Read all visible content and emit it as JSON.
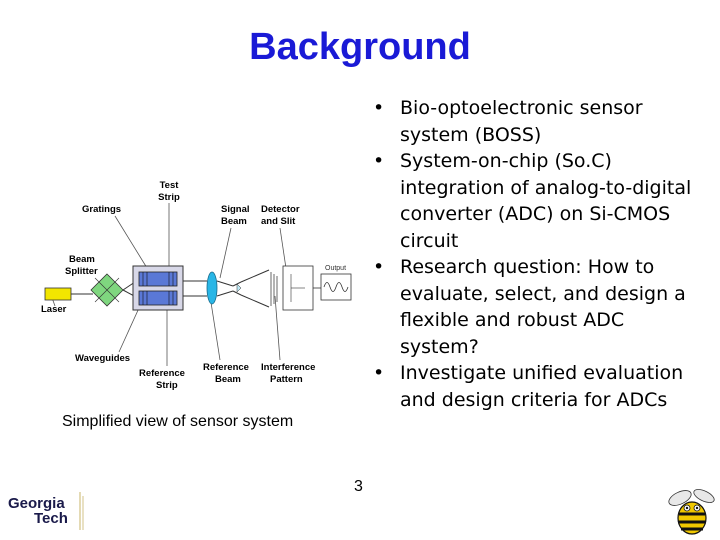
{
  "slide": {
    "title": "Background",
    "bullets": [
      "Bio-optoelectronic sensor system (BOSS)",
      "System-on-chip (So.C) integration of analog-to-digital converter (ADC) on Si-CMOS circuit",
      "Research question: How to evaluate, select, and design a flexible and robust ADC system?",
      "Investigate unified evaluation and design criteria for ADCs"
    ],
    "bullet_glyph": "•",
    "caption": "Simplified view of sensor system",
    "page_number": "3"
  },
  "diagram": {
    "labels": {
      "test_strip_1": "Test",
      "test_strip_2": "Strip",
      "gratings": "Gratings",
      "signal_beam_1": "Signal",
      "signal_beam_2": "Beam",
      "detector_1": "Detector",
      "detector_2": "and Slit",
      "beam_splitter_1": "Beam",
      "beam_splitter_2": "Splitter",
      "output": "Output",
      "laser": "Laser",
      "waveguides": "Waveguides",
      "reference_strip_1": "Reference",
      "reference_strip_2": "Strip",
      "reference_beam_1": "Reference",
      "reference_beam_2": "Beam",
      "interference_1": "Interference",
      "interference_2": "Pattern"
    }
  },
  "logo": {
    "line1": "Georgia",
    "line2": "Tech"
  },
  "colors": {
    "title": "#1a1ad6",
    "laser": "#f2e600",
    "splitter": "#7fd67f",
    "lens": "#29b6e6",
    "waveguide": "#5a78d6"
  }
}
